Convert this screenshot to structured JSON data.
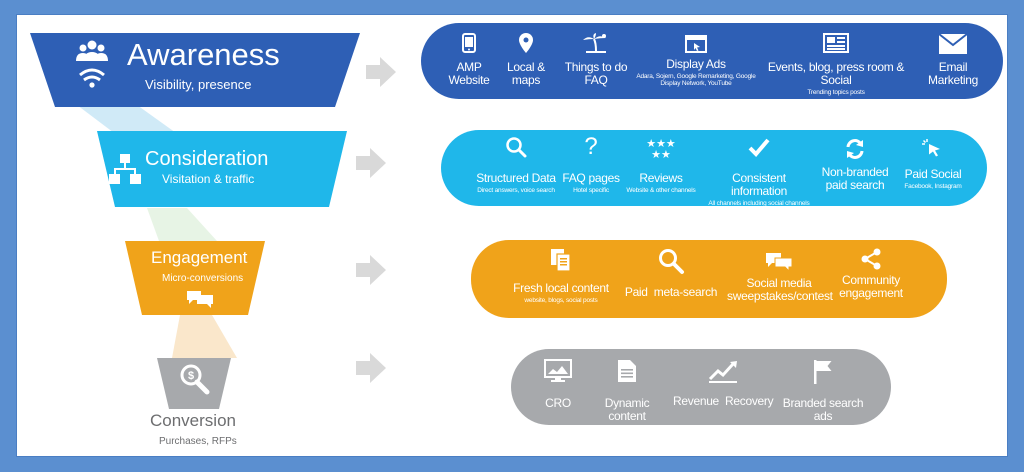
{
  "funnel": {
    "awareness": {
      "title": "Awareness",
      "subtitle": "Visibility, presence",
      "color": "#2e5fb5"
    },
    "consideration": {
      "title": "Consideration",
      "subtitle": "Visitation & traffic",
      "color": "#1fb7ea"
    },
    "engagement": {
      "title": "Engagement",
      "subtitle": "Micro-conversions",
      "color": "#f0a31a"
    },
    "conversion": {
      "title": "Conversion",
      "subtitle": "Purchases, RFPs",
      "color": "#a7a9ac"
    }
  },
  "awareness_tactics": [
    {
      "label": "AMP\nWebsite",
      "sub": "",
      "icon": "mobile-icon"
    },
    {
      "label": "Local &\nmaps",
      "sub": "",
      "icon": "map-pin-icon"
    },
    {
      "label": "Things to do\nFAQ",
      "sub": "",
      "icon": "palm-tree-icon"
    },
    {
      "label": "Display Ads",
      "sub": "Adara, Sojern, Google Remarketing, Google\nDisplay Network, YouTube",
      "icon": "browser-window-icon"
    },
    {
      "label": "Events, blog, press room & Social",
      "sub": "Trending topics posts",
      "icon": "newspaper-icon"
    },
    {
      "label": "Email\nMarketing",
      "sub": "",
      "icon": "envelope-icon"
    }
  ],
  "consideration_tactics": [
    {
      "label": "Structured Data",
      "sub": "Direct answers, voice search",
      "icon": "magnifier-icon"
    },
    {
      "label": "FAQ pages",
      "sub": "Hotel specific",
      "icon": "question-mark-icon"
    },
    {
      "label": "Reviews",
      "sub": "Website & other channels",
      "icon": "stars-icon"
    },
    {
      "label": "Consistent information",
      "sub": "All channels including social channels",
      "icon": "checkmark-icon"
    },
    {
      "label": "Non-branded\npaid search",
      "sub": "",
      "icon": "refresh-arrows-icon"
    },
    {
      "label": "Paid Social",
      "sub": "Facebook, Instagram",
      "icon": "cursor-click-icon"
    }
  ],
  "engagement_tactics": [
    {
      "label": "Fresh local content",
      "sub": "website, blogs, social posts",
      "icon": "documents-icon"
    },
    {
      "label": "Paid  meta-search",
      "sub": "",
      "icon": "magnifier-icon"
    },
    {
      "label": "Social media\nsweepstakes/contest",
      "sub": "",
      "icon": "chat-bubbles-icon"
    },
    {
      "label": "Community\nengagement",
      "sub": "",
      "icon": "share-icon"
    }
  ],
  "conversion_tactics": [
    {
      "label": "CRO",
      "sub": "",
      "icon": "monitor-icon"
    },
    {
      "label": "Dynamic content",
      "sub": "",
      "icon": "document-icon"
    },
    {
      "label": "Revenue  Recovery",
      "sub": "",
      "icon": "trend-line-icon"
    },
    {
      "label": "Branded search ads",
      "sub": "",
      "icon": "flag-icon"
    }
  ],
  "colors": {
    "awareness": "#2e5fb5",
    "consideration": "#1fb7ea",
    "engagement": "#f0a31a",
    "conversion": "#a7a9ac",
    "arrow": "#d9d9d9",
    "conversion_text": "#6d6e70"
  }
}
